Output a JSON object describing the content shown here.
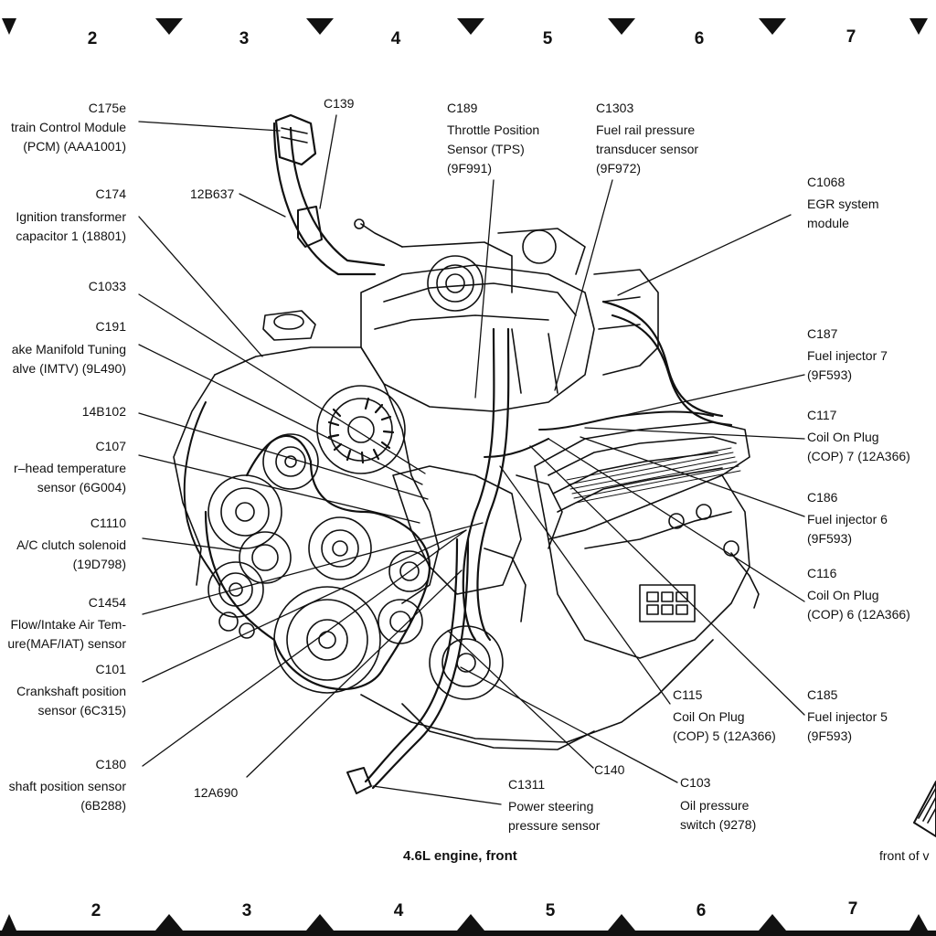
{
  "caption": "4.6L engine, front",
  "front_label": "front of v",
  "zones": [
    "2",
    "3",
    "4",
    "5",
    "6",
    "7"
  ],
  "callouts": {
    "c175e": {
      "code": "C175e",
      "desc": "train Control Module\n(PCM) (AAA1001)"
    },
    "c139": {
      "code": "C139"
    },
    "p12b637": {
      "code": "12B637"
    },
    "c174": {
      "code": "C174",
      "desc": "Ignition transformer\ncapacitor 1 (18801)"
    },
    "c1033": {
      "code": "C1033"
    },
    "c191": {
      "code": "C191",
      "desc": "ake Manifold Tuning\nalve (IMTV) (9L490)"
    },
    "p14b102": {
      "code": "14B102"
    },
    "c107": {
      "code": "C107",
      "desc": "r–head temperature\nsensor (6G004)"
    },
    "c1110": {
      "code": "C1110",
      "desc": "A/C clutch solenoid\n(19D798)"
    },
    "c1454": {
      "code": "C1454",
      "desc": "Flow/Intake Air Tem-\nure(MAF/IAT) sensor"
    },
    "c101": {
      "code": "C101",
      "desc": "Crankshaft position\nsensor (6C315)"
    },
    "c180": {
      "code": "C180",
      "desc": "shaft position sensor\n(6B288)"
    },
    "p12a690": {
      "code": "12A690"
    },
    "c189": {
      "code": "C189",
      "desc": "Throttle Position\nSensor (TPS)\n(9F991)"
    },
    "c1303": {
      "code": "C1303",
      "desc": "Fuel rail pressure\ntransducer sensor\n(9F972)"
    },
    "c1068": {
      "code": "C1068",
      "desc": "EGR system\nmodule"
    },
    "c187": {
      "code": "C187",
      "desc": "Fuel injector 7\n(9F593)"
    },
    "c117": {
      "code": "C117",
      "desc": "Coil On Plug\n(COP) 7 (12A366)"
    },
    "c186": {
      "code": "C186",
      "desc": "Fuel injector 6\n(9F593)"
    },
    "c116": {
      "code": "C116",
      "desc": "Coil On Plug\n(COP) 6 (12A366)"
    },
    "c115": {
      "code": "C115",
      "desc": "Coil On Plug\n(COP) 5 (12A366)"
    },
    "c185": {
      "code": "C185",
      "desc": "Fuel injector 5\n(9F593)"
    },
    "c140": {
      "code": "C140"
    },
    "c1311": {
      "code": "C1311",
      "desc": "Power steering\npressure sensor"
    },
    "c103": {
      "code": "C103",
      "desc": "Oil pressure\nswitch (9278)"
    }
  }
}
